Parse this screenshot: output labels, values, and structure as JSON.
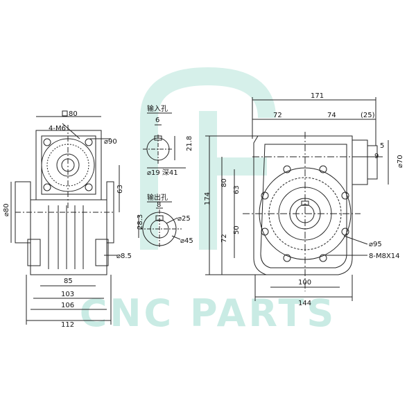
{
  "watermark": {
    "text": "CNC PARTS",
    "color": "#c9ebe4"
  },
  "colors": {
    "line": "#222222",
    "watermark_logo": "#d6f0ea"
  },
  "left_view": {
    "square_label": "80",
    "bolt_label": "4-M6",
    "circle_90": "⌀90",
    "dim_63": "63",
    "dim_phi80": "⌀80",
    "dim_phi85": "⌀8.5",
    "dim_85": "85",
    "dim_103": "103",
    "dim_106": "106",
    "dim_112": "112"
  },
  "input_hole": {
    "title": "输入孔",
    "dim_6": "6",
    "dim_21_8": "21.8",
    "dim_19": "⌀19  深41"
  },
  "output_hole": {
    "title": "输出孔",
    "dim_8": "8",
    "dim_28_3": "28.3",
    "dim_25": "⌀25",
    "dim_45": "⌀45"
  },
  "front_view": {
    "dim_171": "171",
    "dim_72_top": "72",
    "dim_74": "74",
    "dim_25p": "(25)",
    "dim_5": "5",
    "dim_9": "9",
    "dim_phi70": "⌀70",
    "dim_174": "174",
    "dim_80": "80",
    "dim_63": "63",
    "dim_72_left": "72",
    "dim_50": "50",
    "dim_phi95": "⌀95",
    "bolt_label": "8-M8X14",
    "dim_100": "100",
    "dim_144": "144"
  }
}
